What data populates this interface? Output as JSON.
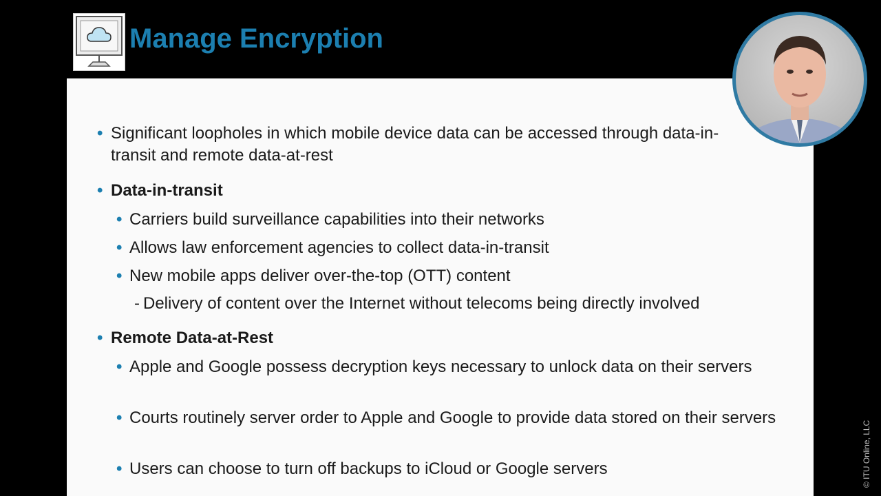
{
  "slide": {
    "title": "Manage Encryption",
    "logo_icon": "cloud-monitor-icon",
    "accent_color": "#1c7fb0",
    "bullets": [
      {
        "level": 1,
        "bold": false,
        "text": "Significant loopholes in which mobile device data can be accessed through data-in-transit and remote data-at-rest"
      },
      {
        "level": 1,
        "bold": true,
        "text": "Data-in-transit"
      },
      {
        "level": 2,
        "bold": false,
        "text": "Carriers build surveillance capabilities into their networks"
      },
      {
        "level": 2,
        "bold": false,
        "text": "Allows law enforcement agencies to collect data-in-transit"
      },
      {
        "level": 2,
        "bold": false,
        "text": "New mobile apps deliver over-the-top (OTT) content"
      },
      {
        "level": 3,
        "bold": false,
        "text": "Delivery of content over the Internet without telecoms being directly involved"
      },
      {
        "level": 1,
        "bold": true,
        "text": "Remote Data-at-Rest"
      },
      {
        "level": 2,
        "bold": false,
        "text": "Apple and Google possess decryption keys necessary to unlock data on their servers"
      },
      {
        "level": 2,
        "bold": false,
        "text": "Courts routinely server order to Apple and Google to provide data stored on their servers"
      },
      {
        "level": 2,
        "bold": false,
        "text": "Users can choose to turn off backups to iCloud or Google servers"
      }
    ]
  },
  "marks": {
    "bullet": "•",
    "dash": "-"
  },
  "webcam": {
    "label": "presenter-webcam"
  },
  "watermark": "© ITU Online, LLC"
}
